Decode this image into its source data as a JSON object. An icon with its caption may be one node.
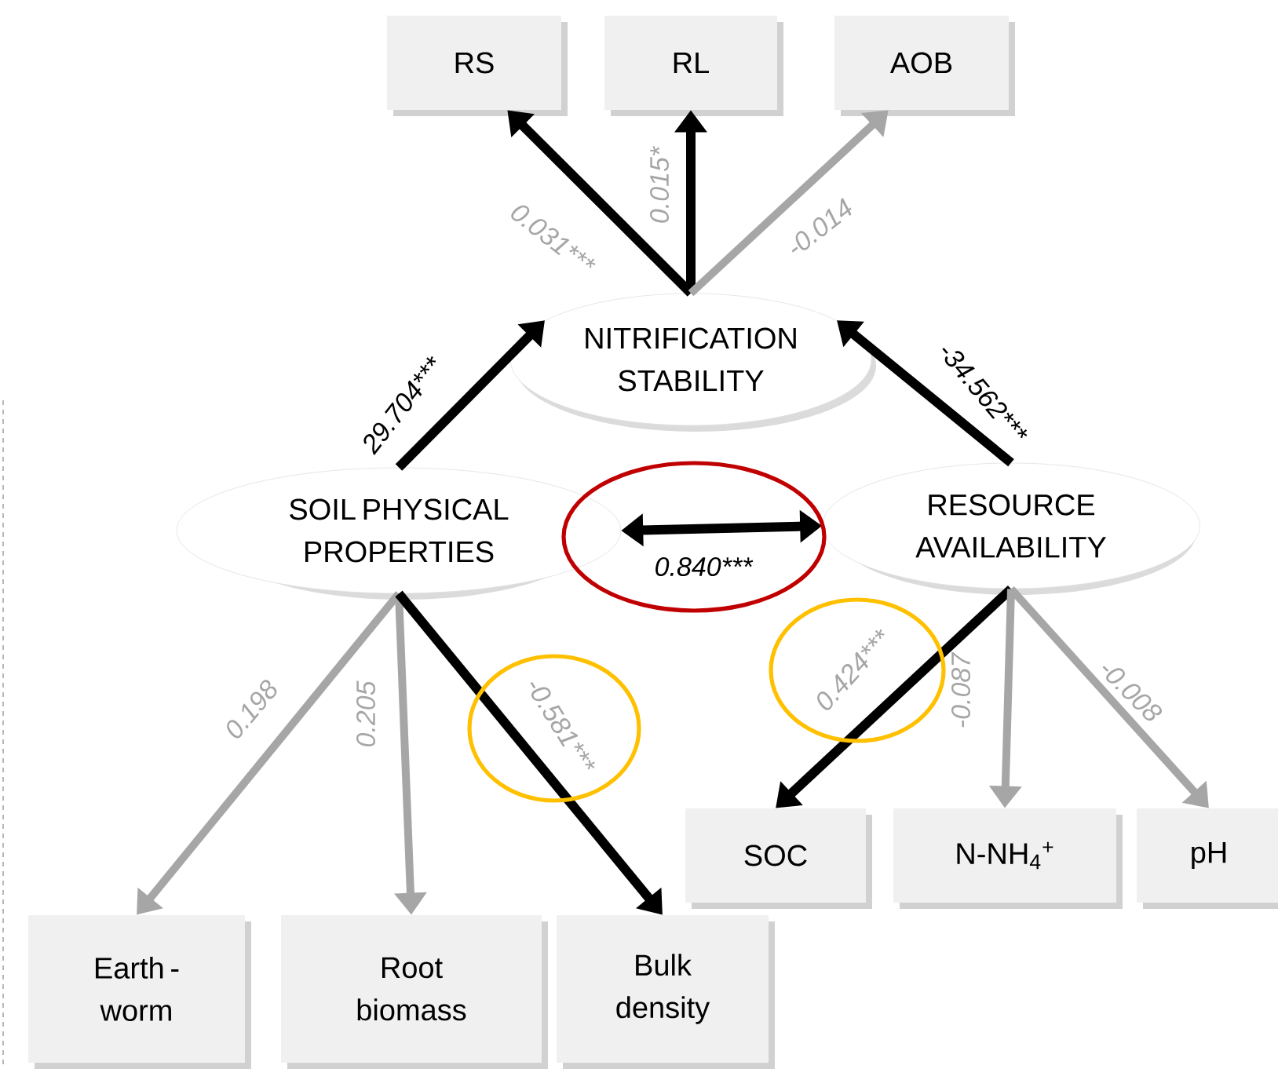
{
  "diagram": {
    "nodes": [
      {
        "text": [
          "RS"
        ]
      },
      {
        "text": [
          "RL"
        ]
      },
      {
        "text": [
          "AOB"
        ]
      },
      {
        "text": [
          "NITRIFICATION STABILITY"
        ]
      },
      {
        "text": [
          "SOIL PHYSICAL PROPERTIES"
        ]
      },
      {
        "text": [
          "RESOURCE AVAILABILITY"
        ]
      },
      {
        "text": [
          "SOC"
        ]
      },
      {
        "text": [
          "N-NH$_{4}$$^{+}$"
        ]
      },
      {
        "text": [
          "pH"
        ]
      },
      {
        "text": [
          "Earth - worm"
        ]
      },
      {
        "text": [
          "Root biomass"
        ]
      },
      {
        "text": [
          "Bulk density"
        ]
      }
    ],
    "edges": [
      {
        "from": 3,
        "to": 0,
        "arrow": "to",
        "label": "0.031***"
      },
      {
        "from": 3,
        "to": 1,
        "arrow": "to",
        "label": "0.015*"
      },
      {
        "from": 3,
        "to": 2,
        "arrow": "to",
        "label": "-0.014",
        "color": "#a6a6a6"
      },
      {
        "from": 4,
        "to": 3,
        "arrow": "to",
        "label": "29.704***"
      },
      {
        "from": 5,
        "to": 3,
        "arrow": "to",
        "label": "-34.562***"
      },
      {
        "from": 4,
        "to": 5,
        "arrow": "both",
        "label": "0.840***"
      },
      {
        "from": 4,
        "to": 9,
        "arrow": "to",
        "label": "0.198",
        "color": "#a6a6a6"
      },
      {
        "from": 4,
        "to": 10,
        "arrow": "to",
        "label": "0.205",
        "color": "#a6a6a6"
      },
      {
        "from": 4,
        "to": 11,
        "arrow": "to",
        "label": "-0.581***"
      },
      {
        "from": 5,
        "to": 6,
        "arrow": "to",
        "label": "0.424***"
      },
      {
        "from": 5,
        "to": 7,
        "arrow": "to",
        "label": "-0.087",
        "color": "#a6a6a6"
      },
      {
        "from": 5,
        "to": 8,
        "arrow": "to",
        "label": "-0.008",
        "color": "#a6a6a6"
      }
    ]
  }
}
